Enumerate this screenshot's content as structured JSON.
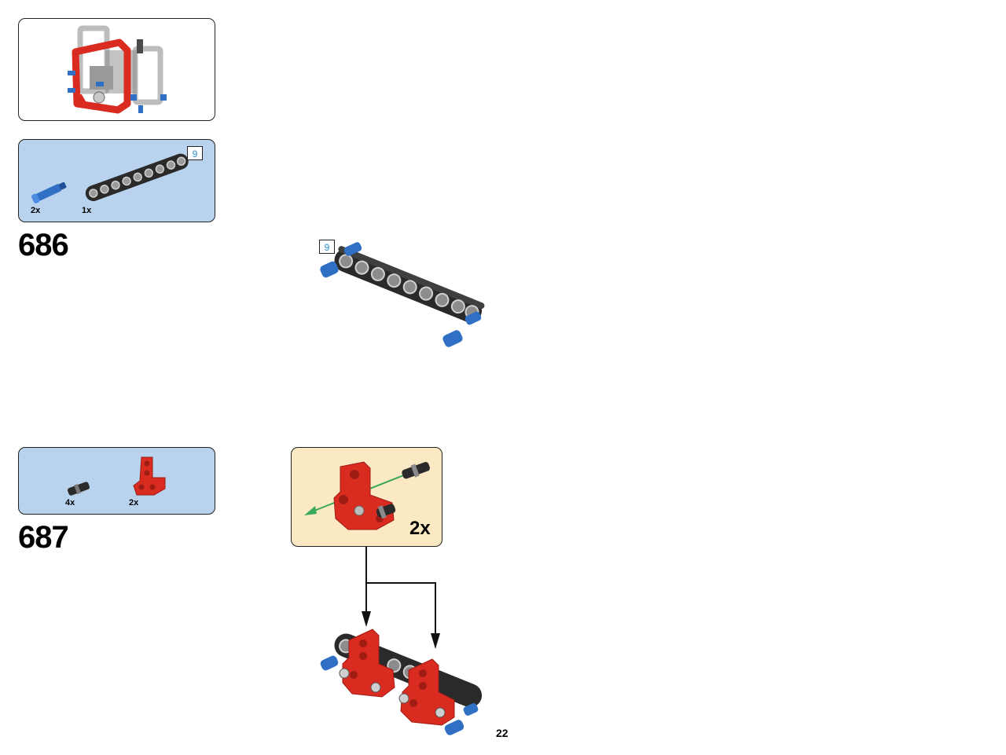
{
  "steps": [
    {
      "number": "686",
      "parts": [
        {
          "item": "blue-axle-pin",
          "qty": "2x"
        },
        {
          "item": "black-beam-9",
          "qty": "1x"
        }
      ],
      "beam_length_callout": "9",
      "assembly_length_callout": "9"
    },
    {
      "number": "687",
      "parts": [
        {
          "item": "black-pin-long",
          "qty": "4x"
        },
        {
          "item": "red-t-beam",
          "qty": "2x"
        }
      ],
      "subassembly_multiplier": "2x"
    }
  ],
  "page_number": "22",
  "colors": {
    "parts_panel": "#b9d3ee",
    "subassembly_panel": "#fbe9c4",
    "lego_red": "#d92b20",
    "lego_blue": "#2f6fc4",
    "beam_black": "#2a2a2a",
    "frame_grey": "#bdbdbd",
    "arrow_green": "#3aa85a",
    "length_callout": "#2b8fc9"
  }
}
